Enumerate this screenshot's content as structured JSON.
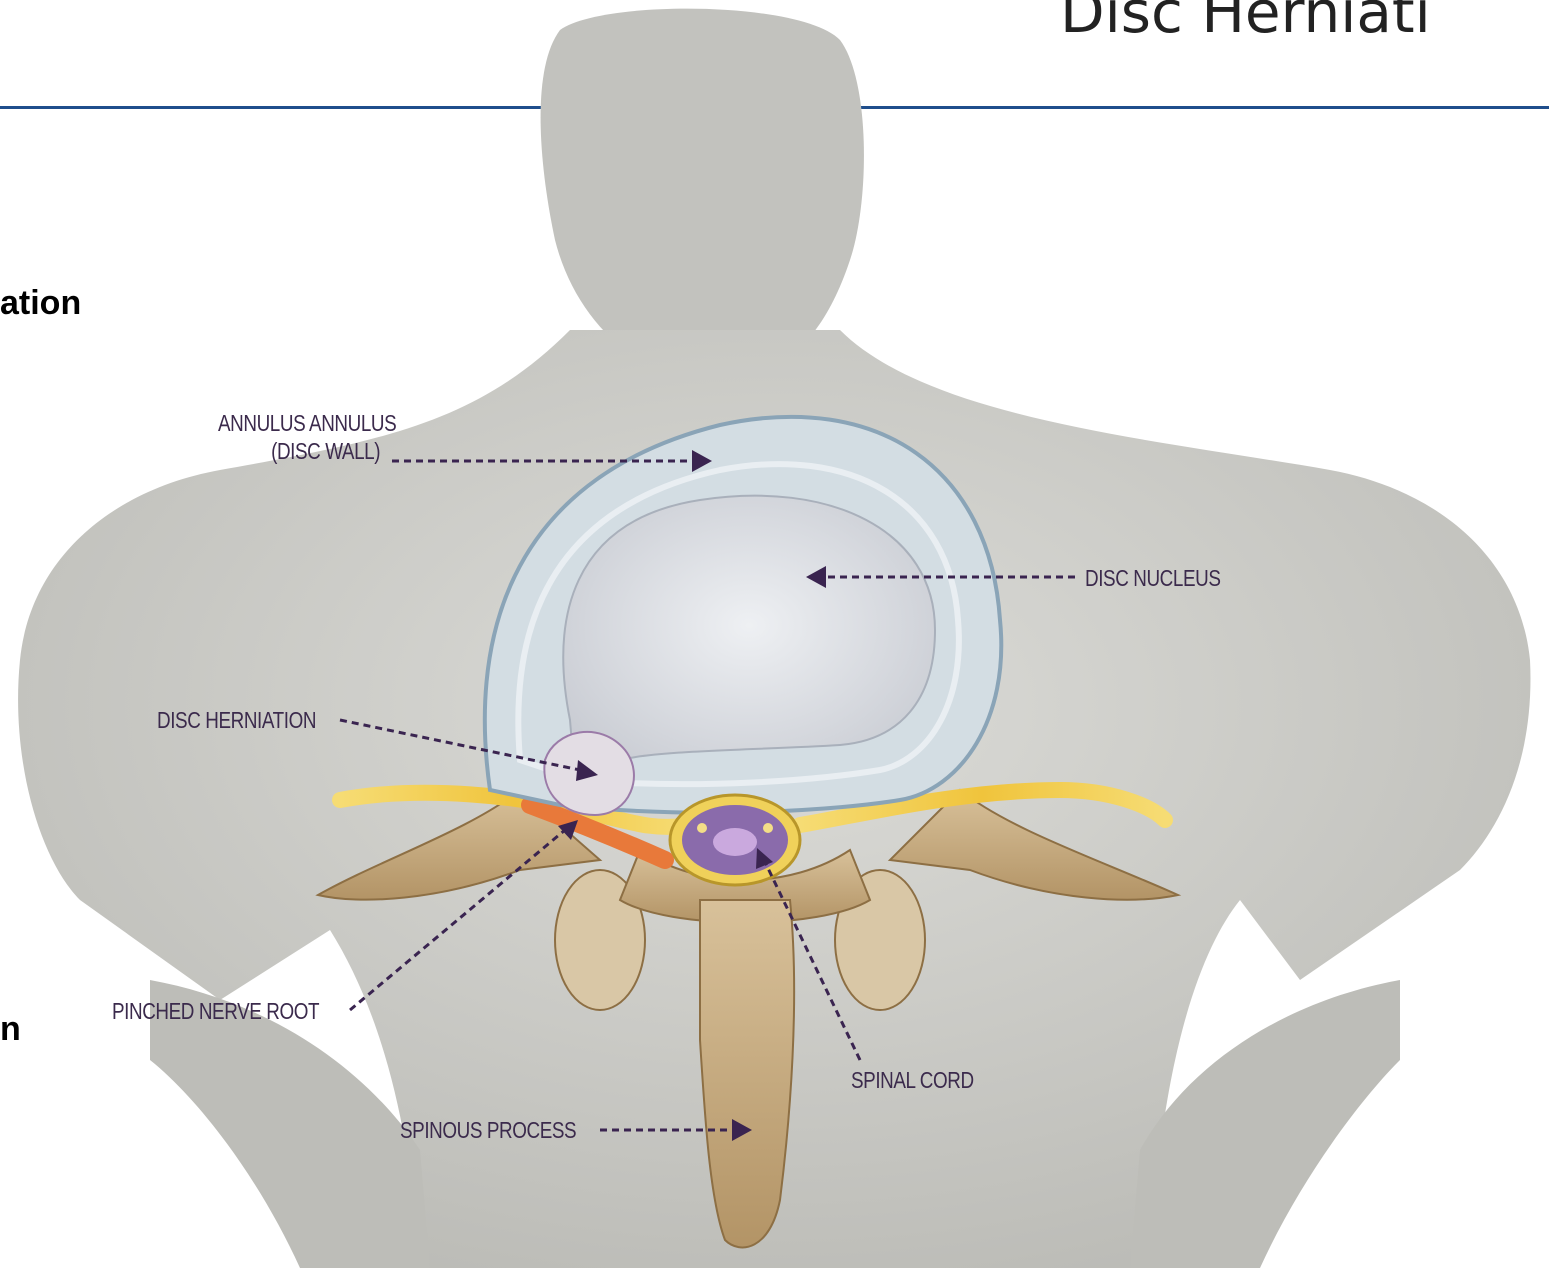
{
  "slide": {
    "title": "Disc Herniati",
    "side_text_top": "ation",
    "side_text_bottom": "n",
    "accent_color": "#1f4e8c"
  },
  "diagram": {
    "labels": {
      "annulus_line1": "ANNULUS ANNULUS",
      "annulus_line2": "(DISC WALL)",
      "disc_nucleus": "DISC NUCLEUS",
      "disc_herniation": "DISC HERNIATION",
      "pinched_nerve_root": "PINCHED NERVE ROOT",
      "spinal_cord": "SPINAL CORD",
      "spinous_process": "SPINOUS PROCESS"
    },
    "colors": {
      "label_text": "#3b2a4c",
      "leader_line": "#3a2450",
      "skin": "#c9c9c4",
      "disc_wall": "#b9cdd9",
      "nucleus": "#dfe0e4",
      "nerve": "#f2cc48",
      "bone": "#c7ab80",
      "spinal_cord": "#7a5a9a"
    }
  }
}
